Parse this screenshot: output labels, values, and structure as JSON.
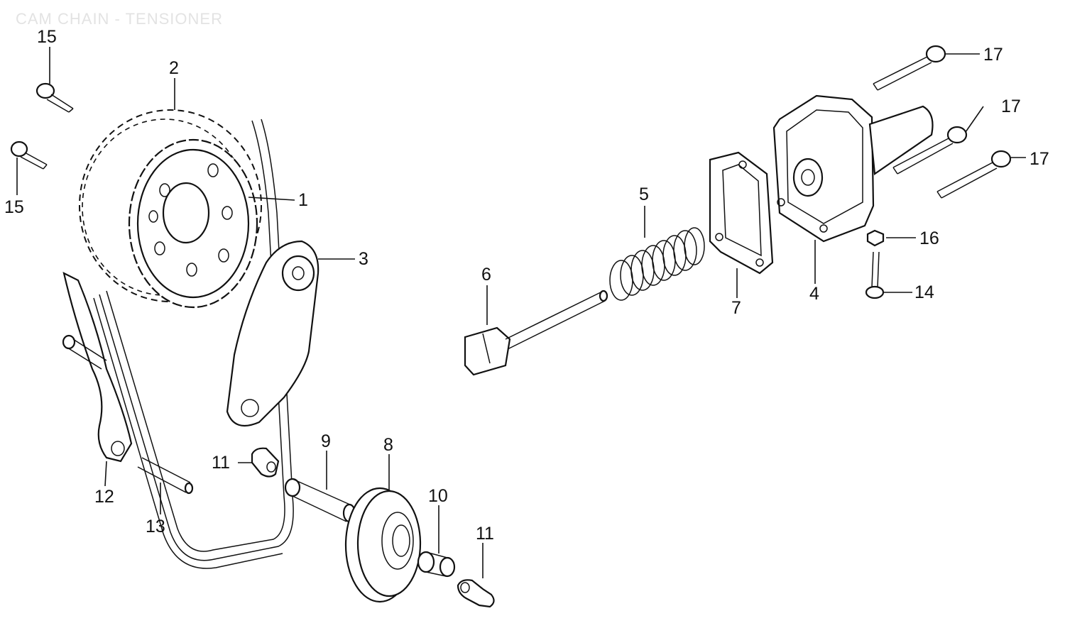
{
  "diagram": {
    "title": "CAM CHAIN - TENSIONER",
    "callouts": [
      {
        "id": "c15a",
        "text": "15"
      },
      {
        "id": "c15b",
        "text": "15"
      },
      {
        "id": "c2",
        "text": "2"
      },
      {
        "id": "c1",
        "text": "1"
      },
      {
        "id": "c3",
        "text": "3"
      },
      {
        "id": "c5",
        "text": "5"
      },
      {
        "id": "c6",
        "text": "6"
      },
      {
        "id": "c7",
        "text": "7"
      },
      {
        "id": "c4",
        "text": "4"
      },
      {
        "id": "c16",
        "text": "16"
      },
      {
        "id": "c14",
        "text": "14"
      },
      {
        "id": "c17a",
        "text": "17"
      },
      {
        "id": "c17b",
        "text": "17"
      },
      {
        "id": "c17c",
        "text": "17"
      },
      {
        "id": "c9",
        "text": "9"
      },
      {
        "id": "c8",
        "text": "8"
      },
      {
        "id": "c11a",
        "text": "11"
      },
      {
        "id": "c11b",
        "text": "11"
      },
      {
        "id": "c10",
        "text": "10"
      },
      {
        "id": "c12",
        "text": "12"
      },
      {
        "id": "c13",
        "text": "13"
      }
    ]
  }
}
